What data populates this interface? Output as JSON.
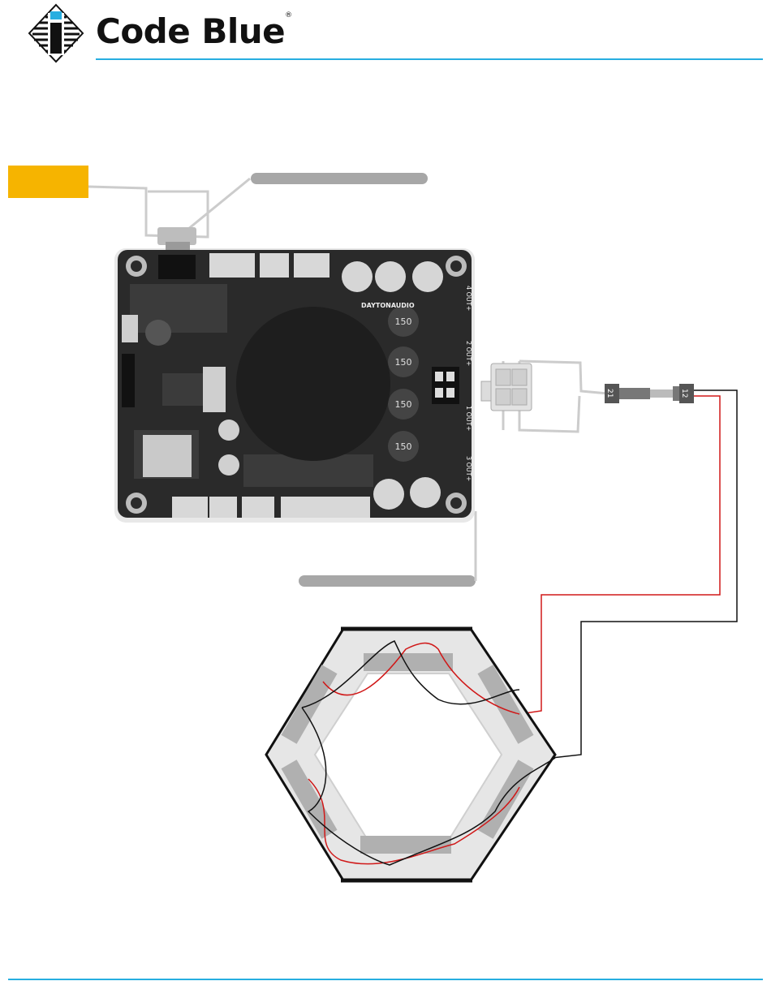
{
  "header": {
    "brand_name": "Code Blue",
    "registered_mark": "®",
    "logo_icon": "code-blue-hex-logo-icon",
    "accent_color": "#27aee0",
    "rule_color": "#27aee0"
  },
  "diagram": {
    "amplifier_board": {
      "icon": "amplifier-board-icon",
      "silkscreen_brand": "DAYTONAUDIO",
      "capacitor_label": "150",
      "output_labels": [
        "4 OUT+",
        "2 OUT+",
        "1 OUT+",
        "3 OUT+"
      ]
    },
    "connector_left": {
      "label": "21"
    },
    "connector_right": {
      "label": "12"
    },
    "orange_tag_color": "#f6b400",
    "wire_colors": {
      "positive": "#d01818",
      "negative": "#111111"
    },
    "speaker_ring_icon": "hexagonal-speaker-array-icon"
  }
}
